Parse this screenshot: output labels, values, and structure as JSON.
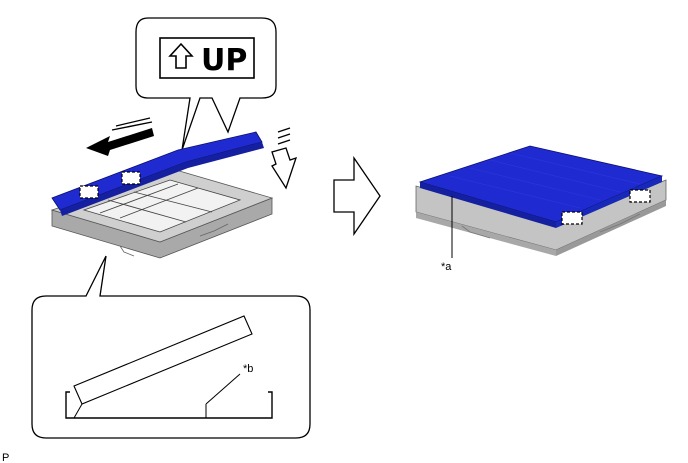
{
  "labels": {
    "up_text": "UP",
    "callout_a": "*a",
    "callout_b": "*b",
    "corner_mark": "P"
  },
  "colors": {
    "filter_blue": "#1f2bd0",
    "filter_blue_dark": "#1520a0",
    "tray_gray": "#c8c8c8",
    "tray_shadow": "#9a9a9a",
    "outline": "#000000"
  },
  "icons": {
    "up_arrow": "hollow-up-arrow-icon",
    "slide_arrow": "slide-left-arrow-icon",
    "press_arrow": "press-down-arrow-icon",
    "step_arrow": "hollow-right-arrow-icon",
    "clip": "dashed-clip-marker-icon"
  }
}
